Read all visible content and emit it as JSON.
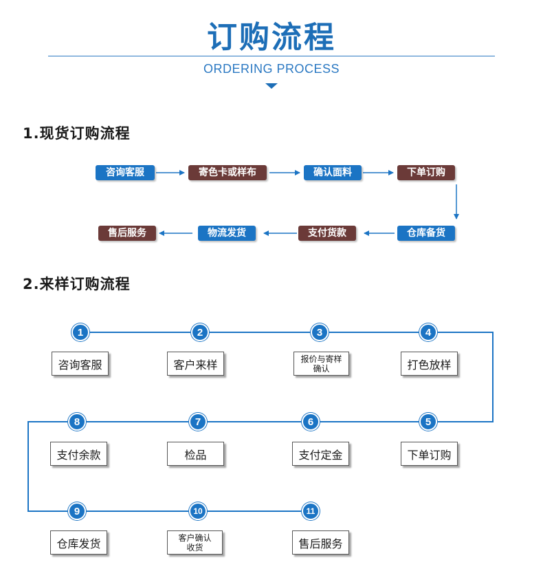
{
  "header": {
    "title": "订购流程",
    "subtitle": "ORDERING PROCESS"
  },
  "section1": {
    "heading": "1.现货订购流程",
    "steps": [
      "咨询客服",
      "寄色卡或样布",
      "确认面料",
      "下单订购",
      "仓库备货",
      "支付货款",
      "物流发货",
      "售后服务"
    ]
  },
  "section2": {
    "heading": "2.来样订购流程",
    "numbers": [
      "1",
      "2",
      "3",
      "4",
      "5",
      "6",
      "7",
      "8",
      "9",
      "10",
      "11"
    ],
    "steps": [
      "咨询客服",
      "客户来样",
      "报价与寄样\n确认",
      "打色放样",
      "下单订购",
      "支付定金",
      "检品",
      "支付余款",
      "仓库发货",
      "客户确认\n收货",
      "售后服务"
    ]
  },
  "colors": {
    "blue": "#1b74c4",
    "brown": "#6b3a38",
    "title_blue": "#1d6eb7"
  }
}
